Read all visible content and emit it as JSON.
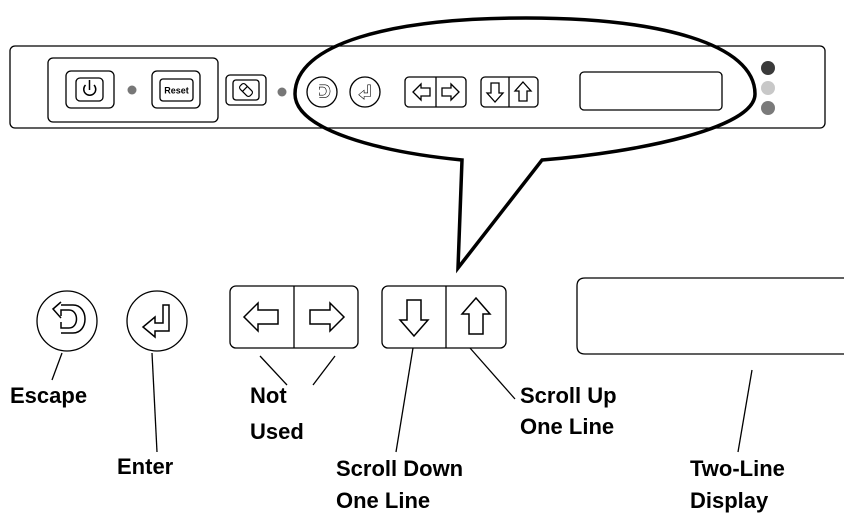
{
  "panel": {
    "reset_label": "Reset",
    "led_colors": {
      "top": "#3a3a3a",
      "middle": "#c8c8c8",
      "bottom": "#7a7a7a",
      "small": "#777777"
    }
  },
  "labels": {
    "escape": "Escape",
    "enter": "Enter",
    "not_used": [
      "Not",
      "Used"
    ],
    "scroll_down": [
      "Scroll Down",
      "One Line"
    ],
    "scroll_up": [
      "Scroll Up",
      "One Line"
    ],
    "two_line_display": [
      "Two-Line",
      "Display"
    ]
  },
  "icons": [
    "power-icon",
    "reset-button",
    "tool-icon",
    "escape-icon",
    "enter-icon",
    "left-arrow-icon",
    "right-arrow-icon",
    "down-arrow-icon",
    "up-arrow-icon"
  ]
}
